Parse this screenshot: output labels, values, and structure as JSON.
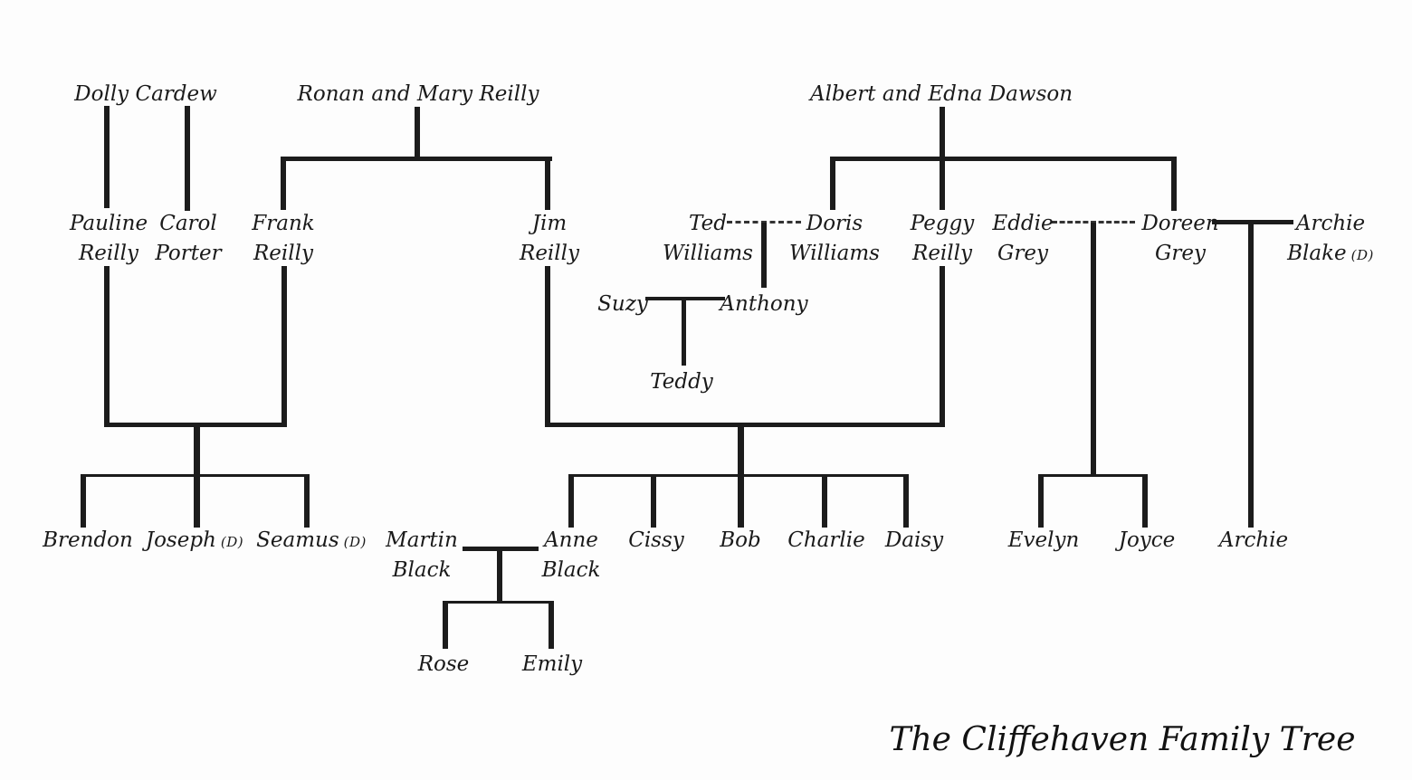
{
  "title": "The Cliffehaven Family Tree",
  "people": {
    "dolly_cardew": "Dolly Cardew",
    "ronan_mary_reilly": "Ronan and Mary Reilly",
    "albert_edna_dawson": "Albert and Edna Dawson",
    "pauline_reilly": "Pauline\nReilly",
    "carol_porter": "Carol\nPorter",
    "frank_reilly": "Frank\nReilly",
    "jim_reilly": "Jim\nReilly",
    "ted_williams": "Ted\nWilliams",
    "doris_williams": "Doris\nWilliams",
    "peggy_reilly": "Peggy\nReilly",
    "eddie_grey": "Eddie\nGrey",
    "doreen_grey": "Doreen\nGrey",
    "archie_blake": {
      "name": "Archie\nBlake",
      "suffix": "(D)"
    },
    "suzy": "Suzy",
    "anthony": "Anthony",
    "teddy": "Teddy",
    "brendon": "Brendon",
    "joseph": {
      "name": "Joseph",
      "suffix": "(D)"
    },
    "seamus": {
      "name": "Seamus",
      "suffix": "(D)"
    },
    "martin_black": "Martin\nBlack",
    "anne_black": "Anne\nBlack",
    "cissy": "Cissy",
    "bob": "Bob",
    "charlie": "Charlie",
    "daisy": "Daisy",
    "evelyn": "Evelyn",
    "joyce": "Joyce",
    "archie": "Archie",
    "rose": "Rose",
    "emily": "Emily"
  },
  "unions": [
    {
      "parents": "Dolly Cardew",
      "line_style": "solid",
      "children": [
        "Pauline Reilly",
        "Carol Porter"
      ]
    },
    {
      "parents": "Ronan and Mary Reilly",
      "line_style": "solid",
      "children": [
        "Frank Reilly",
        "Jim Reilly"
      ]
    },
    {
      "parents": "Albert and Edna Dawson",
      "line_style": "solid",
      "children": [
        "Doris Williams",
        "Peggy Reilly",
        "Doreen Grey"
      ]
    },
    {
      "parents": "Ted Williams + Doris Williams",
      "line_style": "dashed",
      "children": [
        "Anthony"
      ]
    },
    {
      "parents": "Suzy + Anthony",
      "line_style": "solid",
      "children": [
        "Teddy"
      ]
    },
    {
      "parents": "Pauline Reilly + Frank Reilly",
      "line_style": "solid",
      "children": [
        "Brendon",
        "Joseph (D)",
        "Seamus (D)"
      ]
    },
    {
      "parents": "Jim Reilly + Peggy Reilly",
      "line_style": "solid",
      "children": [
        "Anne Black",
        "Cissy",
        "Bob",
        "Charlie",
        "Daisy"
      ]
    },
    {
      "parents": "Eddie Grey + Doreen Grey",
      "line_style": "dashed",
      "children": [
        "Evelyn",
        "Joyce"
      ]
    },
    {
      "parents": "Doreen Grey + Archie Blake (D)",
      "line_style": "solid",
      "children": [
        "Archie"
      ]
    },
    {
      "parents": "Martin Black + Anne Black",
      "line_style": "solid",
      "children": [
        "Rose",
        "Emily"
      ]
    }
  ],
  "colors": {
    "ink": "#1c1c1c",
    "background": "#fdfdfd"
  }
}
